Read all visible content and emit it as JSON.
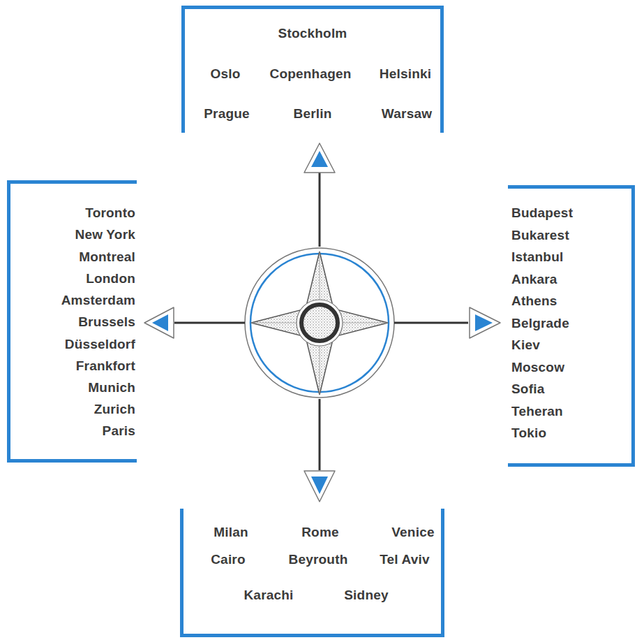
{
  "diagram": {
    "nodes": [
      {
        "text": [
          "Stockholm",
          "Oslo",
          "Copenhagen",
          "Helsinki",
          "Prague",
          "Berlin",
          "Warsaw"
        ]
      },
      {
        "text": [
          "Toronto",
          "New York",
          "Montreal",
          "London",
          "Amsterdam",
          "Brussels",
          "Düsseldorf",
          "Frankfort",
          "Munich",
          "Zurich",
          "Paris"
        ]
      },
      {
        "text": [
          "Budapest",
          "Bukarest",
          "Istanbul",
          "Ankara",
          "Athens",
          "Belgrade",
          "Kiev",
          "Moscow",
          "Sofia",
          "Teheran",
          "Tokio"
        ]
      },
      {
        "text": [
          "Milan",
          "Rome",
          "Venice",
          "Cairo",
          "Beyrouth",
          "Tel Aviv",
          "Karachi",
          "Sidney"
        ]
      }
    ]
  }
}
